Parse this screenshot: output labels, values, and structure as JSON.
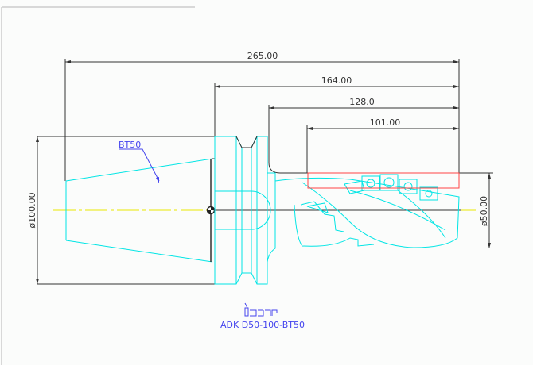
{
  "drawing": {
    "dimensions": {
      "overall_length": "265.00",
      "length_from_flange": "164.00",
      "body_length": "128.0",
      "cutting_length": "101.00",
      "flange_diameter": "ø100.00",
      "cutting_diameter": "ø50.00"
    },
    "shank_label": "BT50",
    "logo_text": "iscar",
    "part_number": "ADK D50-100-BT50",
    "colors": {
      "geometry": "#00e5e5",
      "dimension": "#333333",
      "annotation": "#4444ee",
      "cutting_zone": "#ff4444",
      "centerline": "#e8e800"
    }
  }
}
